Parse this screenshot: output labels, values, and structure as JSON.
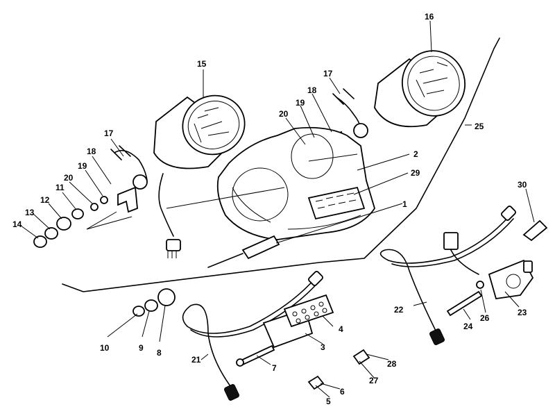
{
  "diagram": {
    "subject": "instrument cluster exploded parts view",
    "callouts": {
      "c1": "1",
      "c2": "2",
      "c3": "3",
      "c4": "4",
      "c5": "5",
      "c6": "6",
      "c7": "7",
      "c8": "8",
      "c9": "9",
      "c10": "10",
      "c11": "11",
      "c12": "12",
      "c13": "13",
      "c14": "14",
      "c15": "15",
      "c16": "16",
      "c17a": "17",
      "c17b": "17",
      "c18a": "18",
      "c18b": "18",
      "c19a": "19",
      "c19b": "19",
      "c20a": "20",
      "c20b": "20",
      "c21": "21",
      "c22": "22",
      "c23": "23",
      "c24": "24",
      "c25": "25",
      "c26": "26",
      "c27": "27",
      "c28": "28",
      "c29": "29",
      "c30": "30"
    }
  }
}
